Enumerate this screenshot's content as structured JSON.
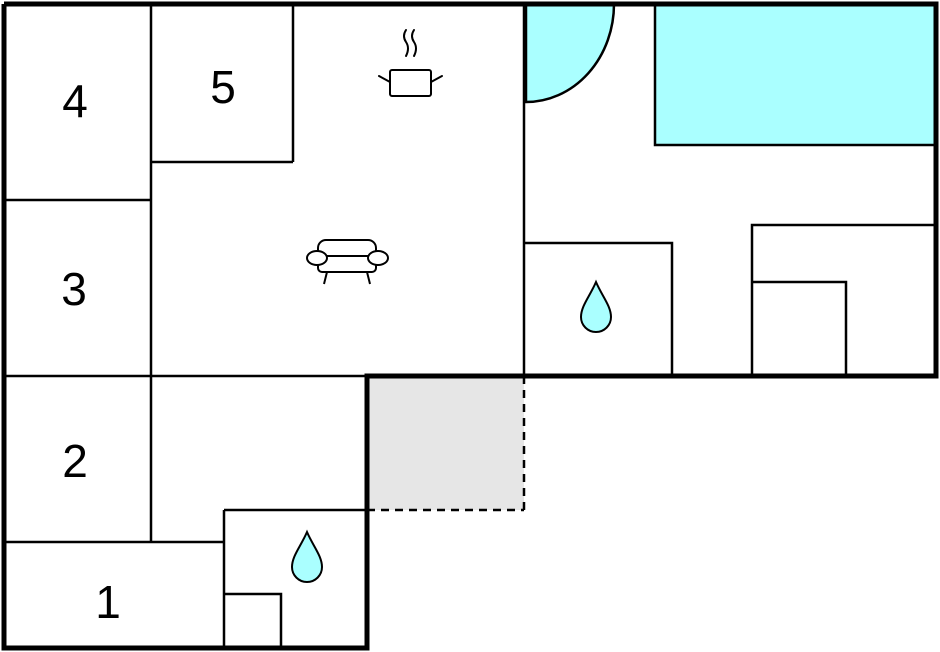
{
  "floorplan": {
    "rooms": [
      {
        "id": "room-1",
        "label": "1"
      },
      {
        "id": "room-2",
        "label": "2"
      },
      {
        "id": "room-3",
        "label": "3"
      },
      {
        "id": "room-4",
        "label": "4"
      },
      {
        "id": "room-5",
        "label": "5"
      }
    ],
    "icons": {
      "kitchen": "cooking-pot-icon",
      "living": "sofa-icon",
      "bathroom": "water-drop-icon",
      "bathroom_2": "water-drop-icon"
    },
    "colors": {
      "water": "#aaffff",
      "terrace": "#e6e6e6",
      "wall": "#000000",
      "background": "#ffffff"
    }
  }
}
